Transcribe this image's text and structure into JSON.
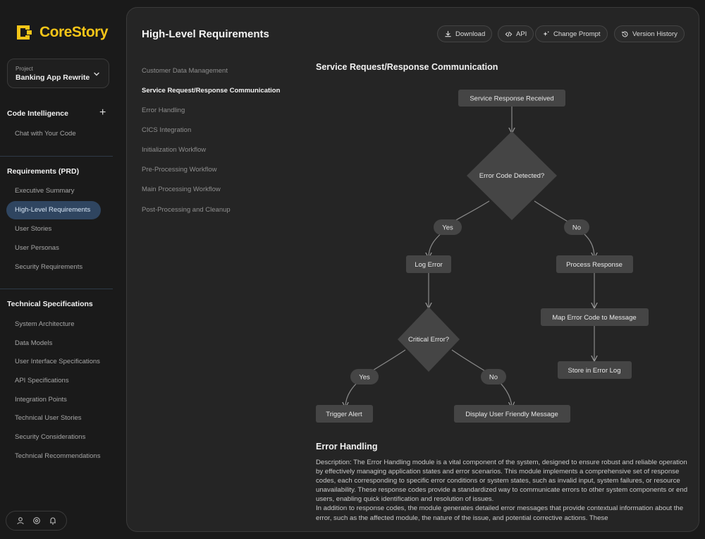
{
  "app": {
    "name": "CoreStory"
  },
  "project": {
    "label": "Project",
    "name": "Banking App Rewrite"
  },
  "sidebar": {
    "code_intel": {
      "title": "Code Intelligence",
      "items": [
        "Chat with Your Code"
      ]
    },
    "requirements": {
      "title": "Requirements (PRD)",
      "items": [
        "Executive Summary",
        "High-Level Requirements",
        "User Stories",
        "User Personas",
        "Security Requirements"
      ]
    },
    "tech": {
      "title": "Technical Specifications",
      "items": [
        "System Architecture",
        "Data Models",
        "User Interface Specifications",
        "API Specifications",
        "Integration Points",
        "Technical User Stories",
        "Security Considerations",
        "Technical Recommendations"
      ]
    },
    "bottom_icons": [
      "user-icon",
      "settings-icon",
      "bell-icon"
    ]
  },
  "main": {
    "title": "High-Level Requirements",
    "toolbar": {
      "download": "Download",
      "api": "API",
      "change_prompt": "Change Prompt",
      "version_history": "Version History"
    },
    "toc": [
      "Customer Data Management",
      "Service Request/Response Communication",
      "Error Handling",
      "CICS Integration",
      "Initialization Workflow",
      "Pre-Processing Workflow",
      "Main Processing Workflow",
      "Post-Processing and Cleanup"
    ],
    "toc_active": "Service Request/Response Communication",
    "section1_title": "Service Request/Response Communication",
    "flow": {
      "start": "Service Response Received",
      "decision1": "Error Code Detected?",
      "yes1": "Yes",
      "no1": "No",
      "log_error": "Log Error",
      "process_response": "Process Response",
      "map_error": "Map Error Code to Message",
      "store_log": "Store in Error Log",
      "decision2": "Critical Error?",
      "yes2": "Yes",
      "no2": "No",
      "trigger_alert": "Trigger Alert",
      "display_msg": "Display User Friendly Message"
    },
    "section2_title": "Error Handling",
    "section2_p1": "Description: The Error Handling module is a vital component of the system, designed to ensure robust and reliable operation by effectively managing application states and error scenarios. This module implements a comprehensive set of response codes, each corresponding to specific error conditions or system states, such as invalid input, system failures, or resource unavailability. These response codes provide a standardized way to communicate errors to other system components or end users, enabling quick identification and resolution of issues.",
    "section2_p2": "In addition to response codes, the module generates detailed error messages that provide contextual information about the error, such as the affected module, the nature of the issue, and potential corrective actions. These"
  },
  "colors": {
    "accent": "#f5c518",
    "active_nav_bg": "#2f4560",
    "node_fill": "#444444",
    "panel_bg": "#252525"
  }
}
